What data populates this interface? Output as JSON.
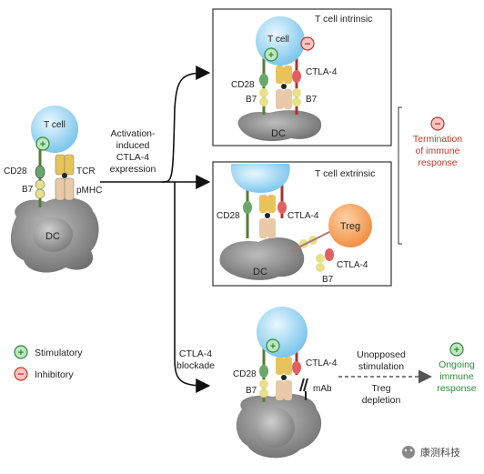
{
  "left": {
    "tcell": "T cell",
    "cd28": "CD28",
    "tcr": "TCR",
    "b7": "B7",
    "pmhc": "pMHC",
    "dc": "DC"
  },
  "arrow_label": [
    "Activation-",
    "induced",
    "CTLA-4",
    "expression"
  ],
  "intrinsic": {
    "title": "T cell intrinsic",
    "tcell": "T cell",
    "cd28": "CD28",
    "b7_left": "B7",
    "ctla4": "CTLA-4",
    "b7_right": "B7",
    "dc": "DC"
  },
  "extrinsic": {
    "title": "T cell extrinsic",
    "cd28": "CD28",
    "ctla4": "CTLA-4",
    "treg": "Treg",
    "dc": "DC",
    "ctla4_treg": "CTLA-4",
    "b7": "B7"
  },
  "termination": [
    "Termination",
    "of immune",
    "response"
  ],
  "blockade": {
    "arrow_label": [
      "CTLA-4",
      "blockade"
    ],
    "cd28": "CD28",
    "b7": "B7",
    "ctla4": "CTLA-4",
    "mab": "mAb",
    "unopposed": [
      "Unopposed",
      "stimulation"
    ],
    "treg_depletion": [
      "Treg",
      "depletion"
    ],
    "ongoing": [
      "Ongoing",
      "immune",
      "response"
    ]
  },
  "legend": {
    "stimulatory": "Stimulatory",
    "inhibitory": "Inhibitory"
  },
  "watermark": "康测科技",
  "colors": {
    "tcell": "#a8d8f0",
    "dc": "#8a8a8a",
    "treg": "#f4a460",
    "stim": "#2e8b3a",
    "inhib": "#c0392b"
  }
}
